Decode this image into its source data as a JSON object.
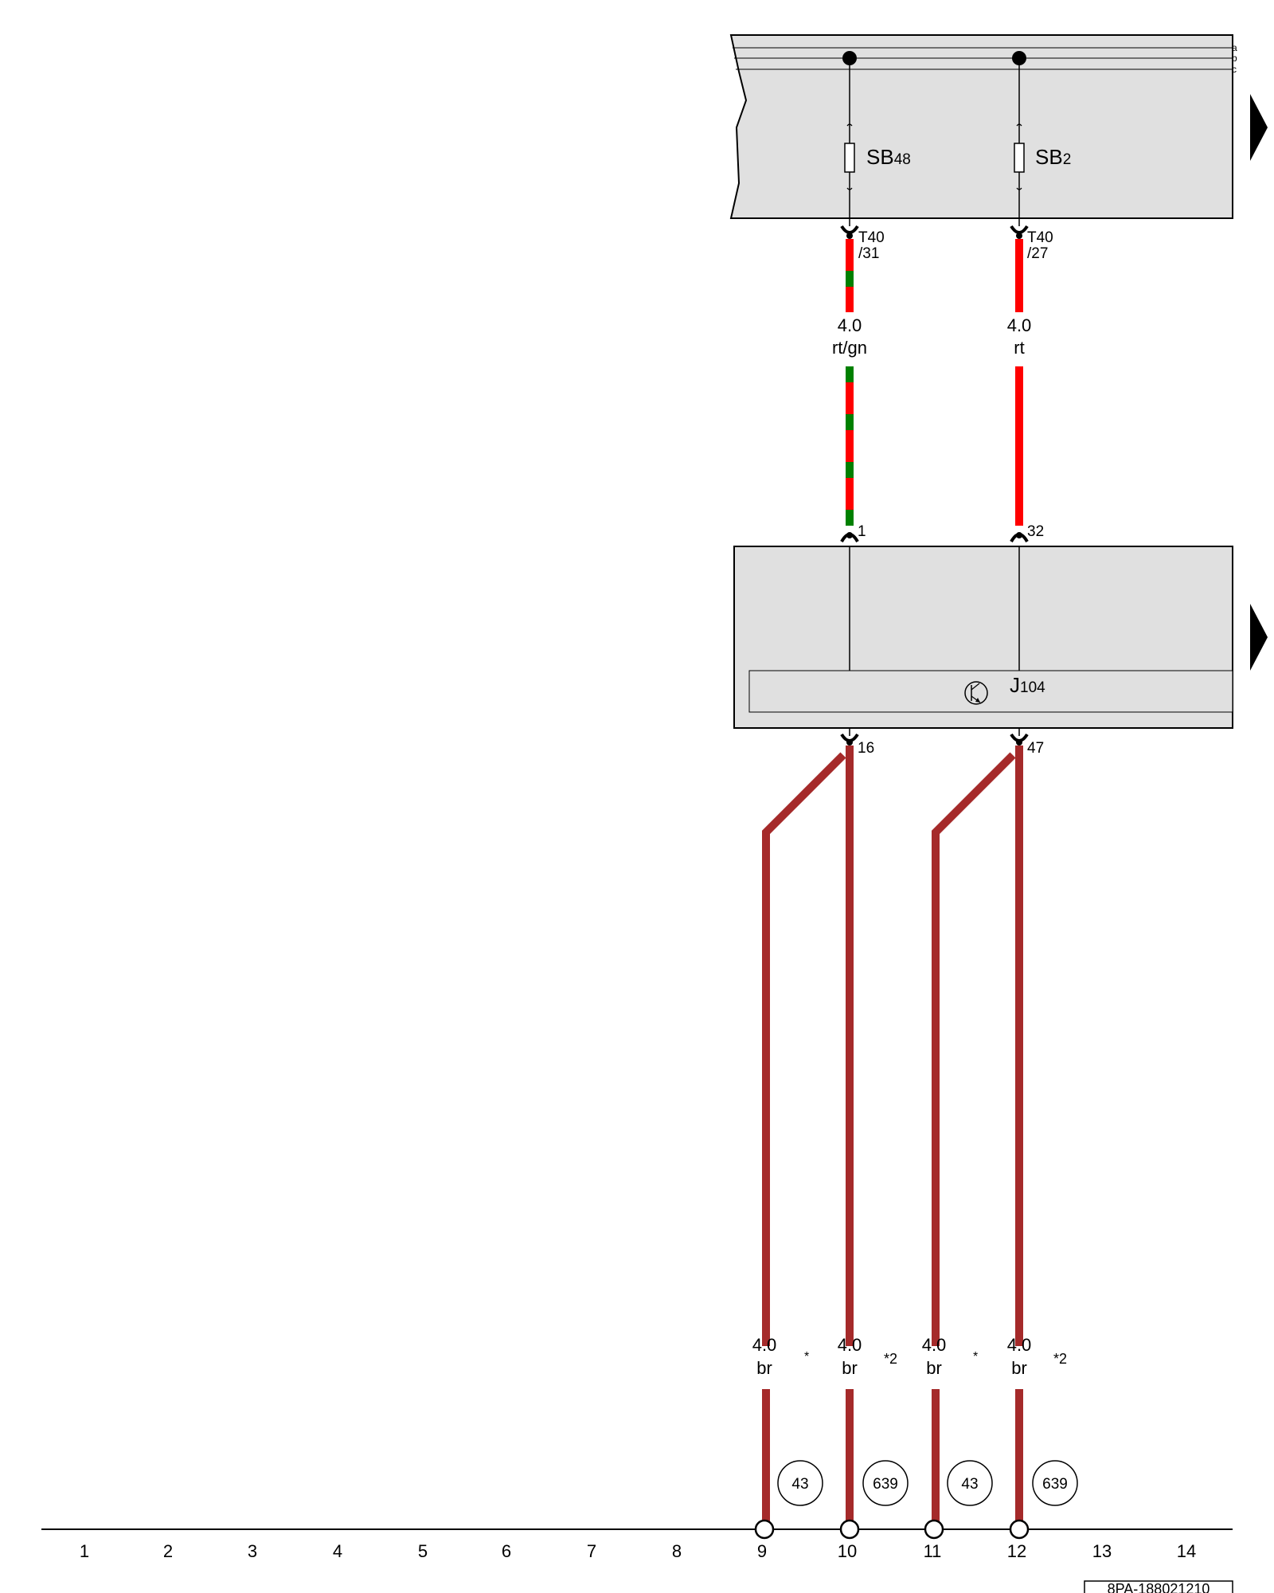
{
  "bus_labels": [
    "a",
    "b",
    "c"
  ],
  "fuses": [
    {
      "id": "SB",
      "sub": "48"
    },
    {
      "id": "SB",
      "sub": "2"
    }
  ],
  "upper_pins": [
    {
      "line1": "T40",
      "line2": "/31"
    },
    {
      "line1": "T40",
      "line2": "/27"
    }
  ],
  "upper_wires": [
    {
      "size": "4.0",
      "color": "rt/gn",
      "color_hex": "#ff0000",
      "stripe_hex": "#008000"
    },
    {
      "size": "4.0",
      "color": "rt",
      "color_hex": "#ff0000"
    }
  ],
  "module_pins_top": [
    "1",
    "32"
  ],
  "module": {
    "label": "J",
    "sub": "104",
    "icon": "transistor-icon"
  },
  "module_pins_bottom": [
    "16",
    "47"
  ],
  "lower_wires": [
    {
      "size": "4.0",
      "color": "br",
      "note": "*",
      "ref": "43",
      "color_hex": "#a52a2a"
    },
    {
      "size": "4.0",
      "color": "br",
      "note": "*2",
      "ref": "639",
      "color_hex": "#a52a2a"
    },
    {
      "size": "4.0",
      "color": "br",
      "note": "*",
      "ref": "43",
      "color_hex": "#a52a2a"
    },
    {
      "size": "4.0",
      "color": "br",
      "note": "*2",
      "ref": "639",
      "color_hex": "#a52a2a"
    }
  ],
  "track_numbers": [
    "1",
    "2",
    "3",
    "4",
    "5",
    "6",
    "7",
    "8",
    "9",
    "10",
    "11",
    "12",
    "13",
    "14"
  ],
  "doc_id": "8PA-188021210",
  "colors": {
    "module_fill": "#e0e0e0",
    "wire_red": "#ff0000",
    "wire_green": "#008000",
    "wire_brown": "#a52a2a"
  }
}
